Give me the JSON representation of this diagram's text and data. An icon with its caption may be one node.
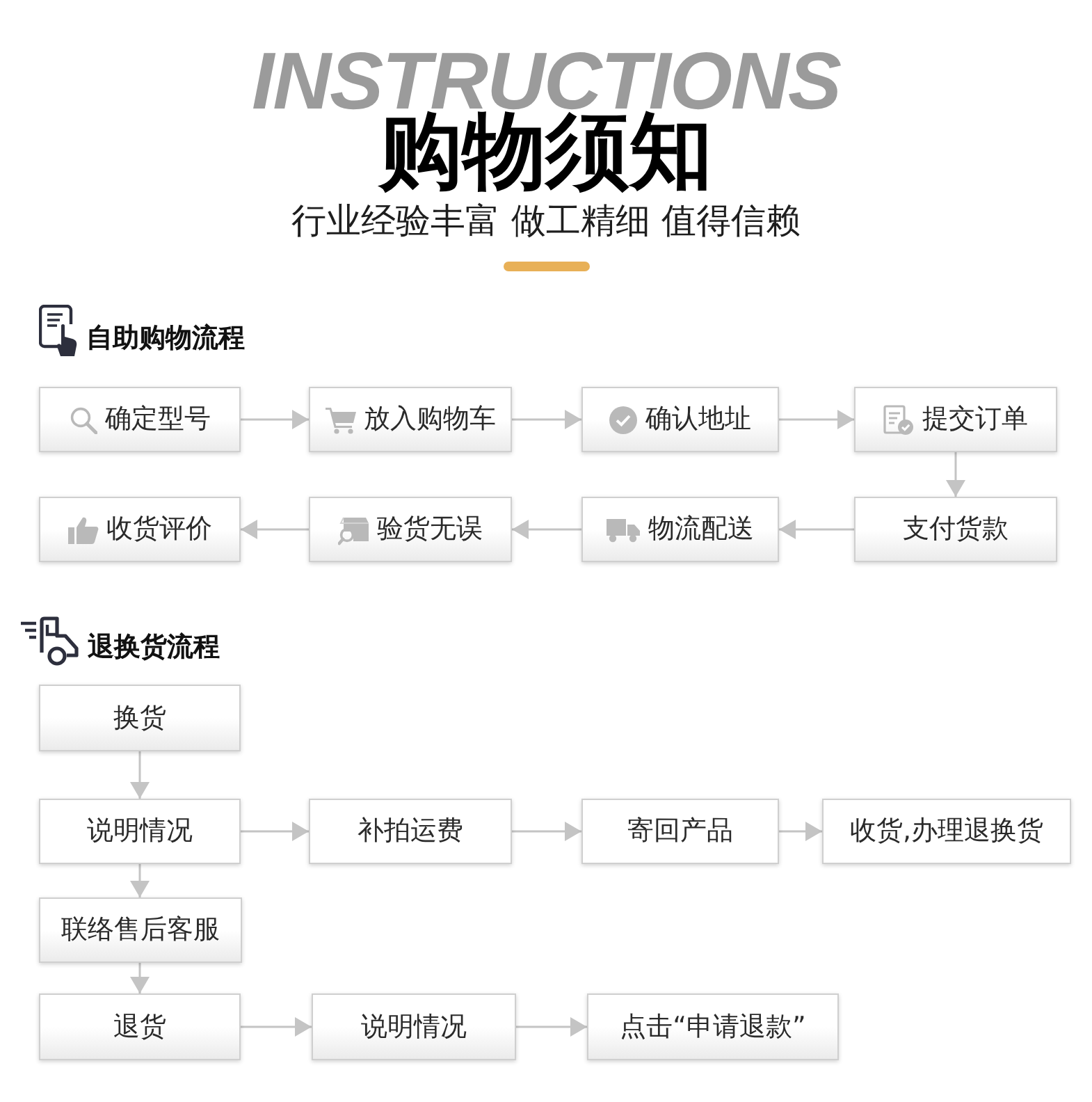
{
  "diagram": {
    "title": "购物须知",
    "nodes": [
      {
        "text": [
          "确定型号"
        ]
      },
      {
        "text": [
          "放入购物车"
        ]
      },
      {
        "text": [
          "确认地址"
        ]
      },
      {
        "text": [
          "提交订单"
        ]
      },
      {
        "text": [
          "收货评价"
        ]
      },
      {
        "text": [
          "验货无误"
        ]
      },
      {
        "text": [
          "物流配送"
        ]
      },
      {
        "text": [
          "支付货款"
        ]
      },
      {
        "text": [
          "换货"
        ]
      },
      {
        "text": [
          "说明情况"
        ]
      },
      {
        "text": [
          "补拍运费"
        ]
      },
      {
        "text": [
          "寄回产品"
        ]
      },
      {
        "text": [
          "收货,办理退换货"
        ]
      },
      {
        "text": [
          "联络售后客服"
        ]
      },
      {
        "text": [
          "退货"
        ]
      },
      {
        "text": [
          "说明情况"
        ]
      },
      {
        "text": [
          "点击“申请退款”"
        ]
      }
    ],
    "edges": [
      {
        "from": 0,
        "to": 1,
        "arrow": "to"
      },
      {
        "from": 1,
        "to": 2,
        "arrow": "to"
      },
      {
        "from": 2,
        "to": 3,
        "arrow": "to"
      },
      {
        "from": 3,
        "to": 7,
        "arrow": "to"
      },
      {
        "from": 7,
        "to": 6,
        "arrow": "to"
      },
      {
        "from": 6,
        "to": 5,
        "arrow": "to"
      },
      {
        "from": 5,
        "to": 4,
        "arrow": "to"
      },
      {
        "from": 8,
        "to": 9,
        "arrow": "to"
      },
      {
        "from": 9,
        "to": 10,
        "arrow": "to"
      },
      {
        "from": 10,
        "to": 11,
        "arrow": "to"
      },
      {
        "from": 11,
        "to": 12,
        "arrow": "to"
      },
      {
        "from": 9,
        "to": 13,
        "arrow": "to"
      },
      {
        "from": 13,
        "to": 14,
        "arrow": "to"
      },
      {
        "from": 14,
        "to": 15,
        "arrow": "to"
      },
      {
        "from": 15,
        "to": 16,
        "arrow": "to"
      }
    ],
    "labels": [
      "INSTRUCTIONS",
      "行业经验丰富 做工精细 值得信赖",
      "自助购物流程",
      "退换货流程"
    ]
  }
}
